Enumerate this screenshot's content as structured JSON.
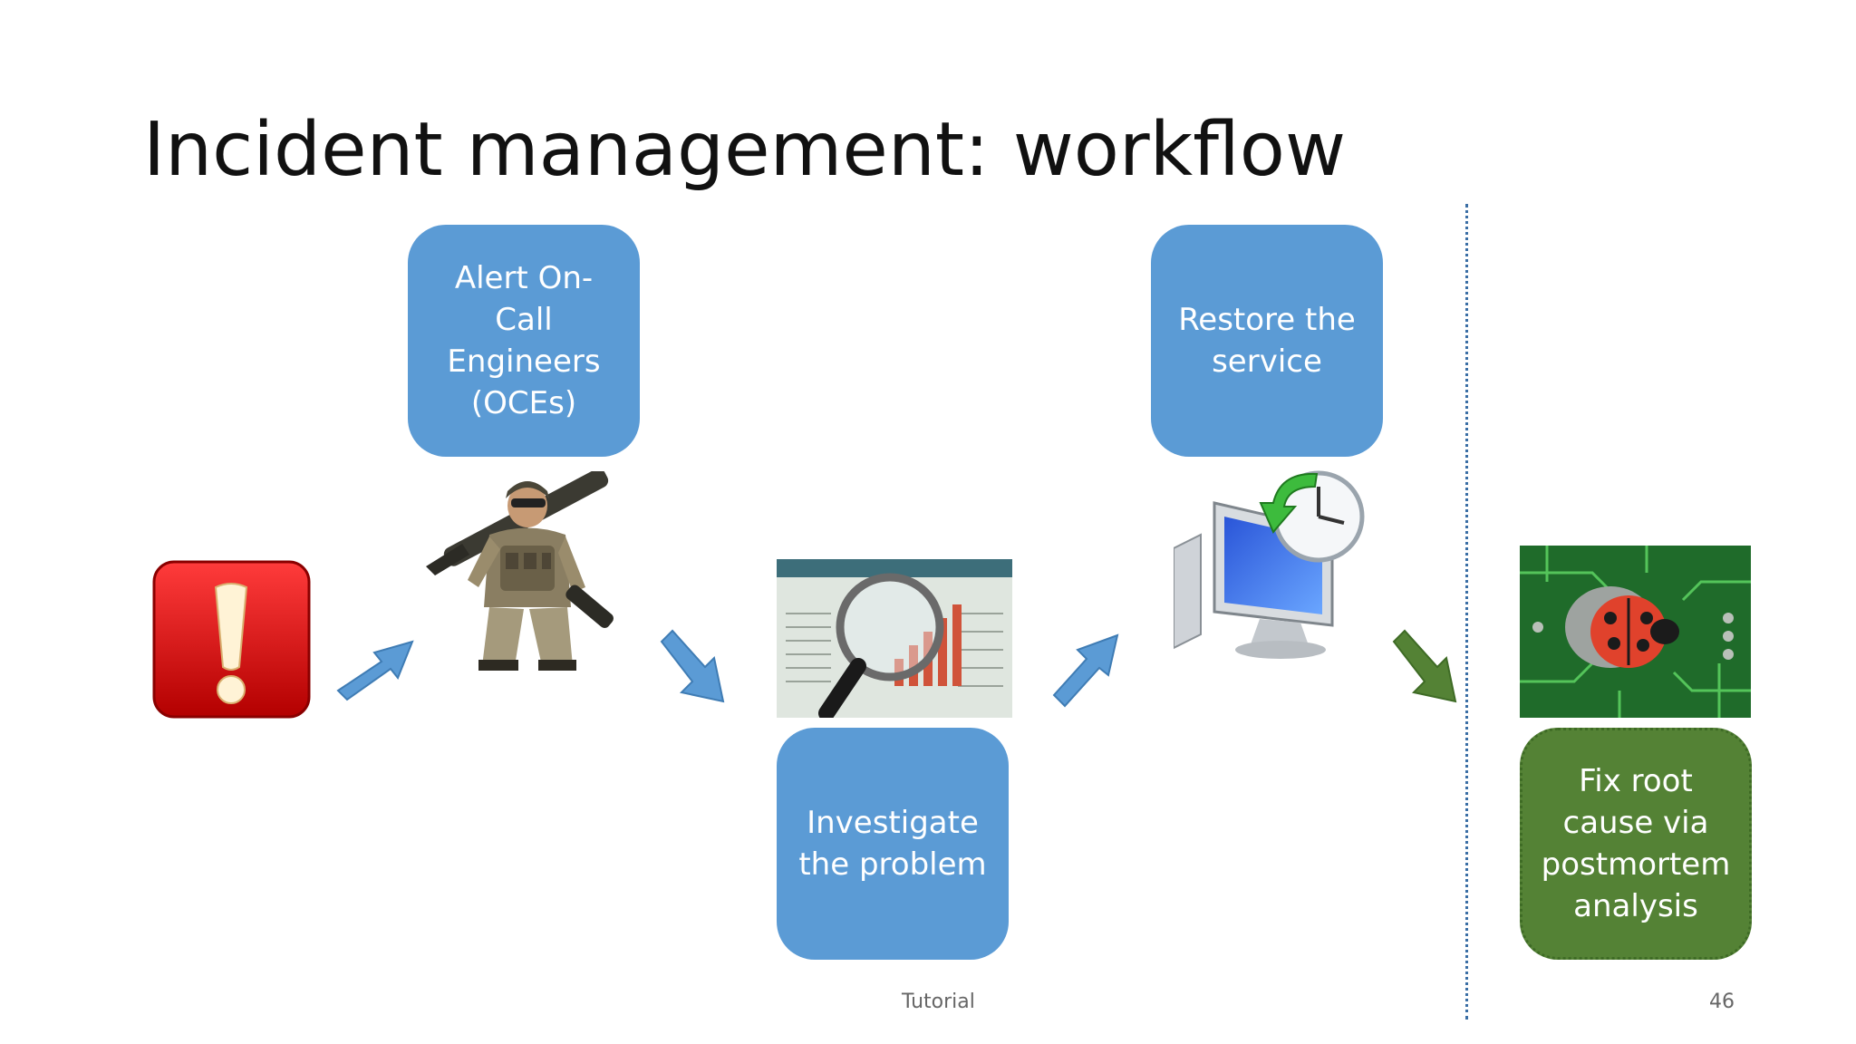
{
  "slide": {
    "title": "Incident management: workflow",
    "footer_center": "Tutorial",
    "page_number": "46"
  },
  "steps": {
    "alert_oncall": "Alert On-\nCall\nEngineers\n(OCEs)",
    "investigate": "Investigate\nthe problem",
    "restore": "Restore the\nservice",
    "fix_root": "Fix root\ncause via\npostmortem\nanalysis"
  },
  "icons": {
    "alert": "exclamation-alert-icon",
    "engineer": "soldier-engineer-image",
    "investigate": "magnifier-chart-image",
    "restore": "system-restore-icon",
    "bug": "ladybug-circuit-image"
  },
  "colors": {
    "step_blue": "#5b9bd5",
    "step_green": "#548235",
    "arrow_blue": "#5b9bd5",
    "arrow_green": "#548235",
    "alert_red": "#e0161b",
    "divider": "#3a6ea5"
  }
}
